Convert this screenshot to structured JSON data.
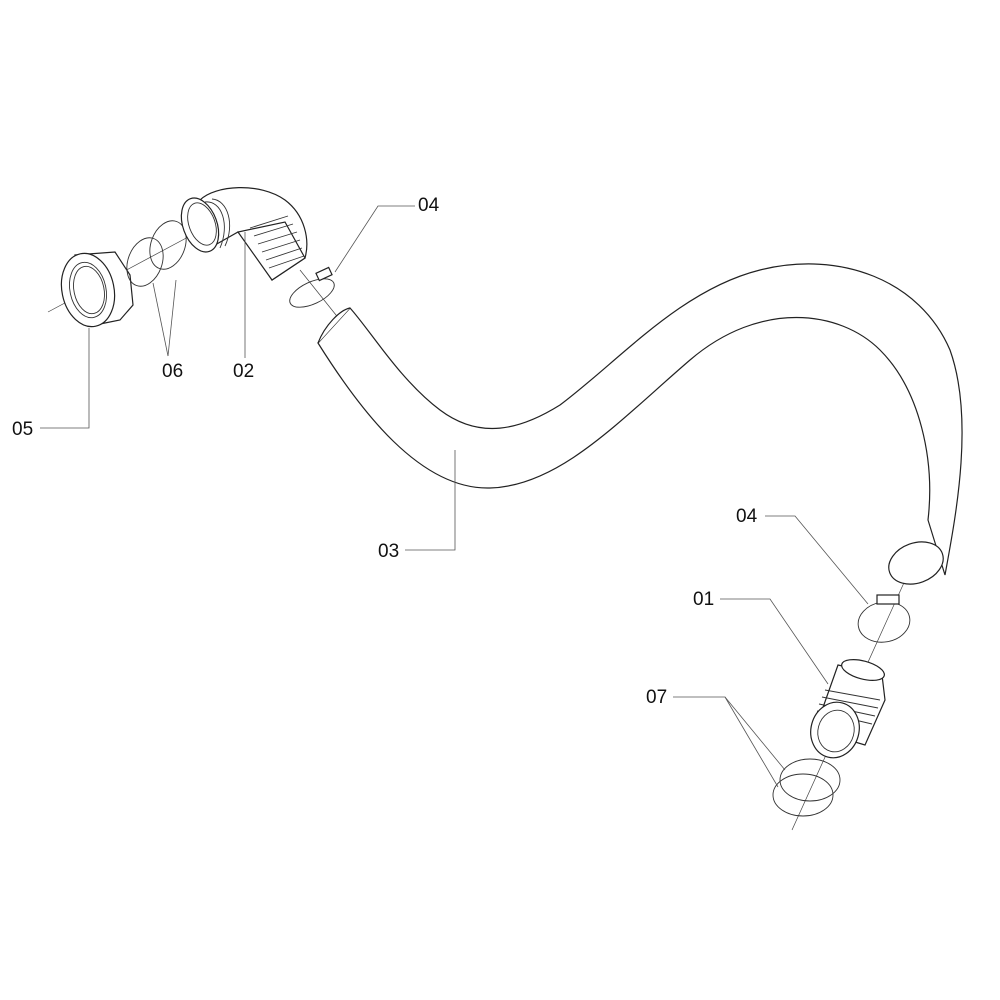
{
  "callouts": {
    "c04_top": "04",
    "c06": "06",
    "c02": "02",
    "c05": "05",
    "c03": "03",
    "c04_right": "04",
    "c01": "01",
    "c07": "07"
  },
  "colors": {
    "line": "#222222",
    "leader": "#555555",
    "background": "#ffffff"
  }
}
